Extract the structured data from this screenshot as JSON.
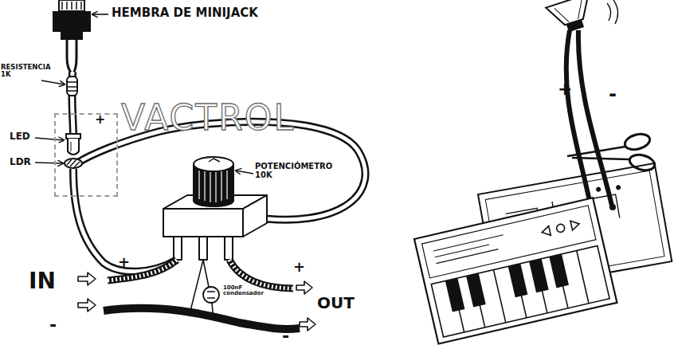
{
  "diagram": {
    "nodes": [
      {
        "text": [
          "VACTROL"
        ]
      }
    ],
    "labels": [
      "HEMBRA DE MINIJACK",
      "RESISTENCIA 1K",
      "+",
      "LED",
      "LDR",
      "POTENCIÓMETRO 10K",
      "IN",
      "+",
      "+",
      "100nF condensador",
      "OUT",
      "-",
      "-",
      "+",
      "-"
    ]
  }
}
